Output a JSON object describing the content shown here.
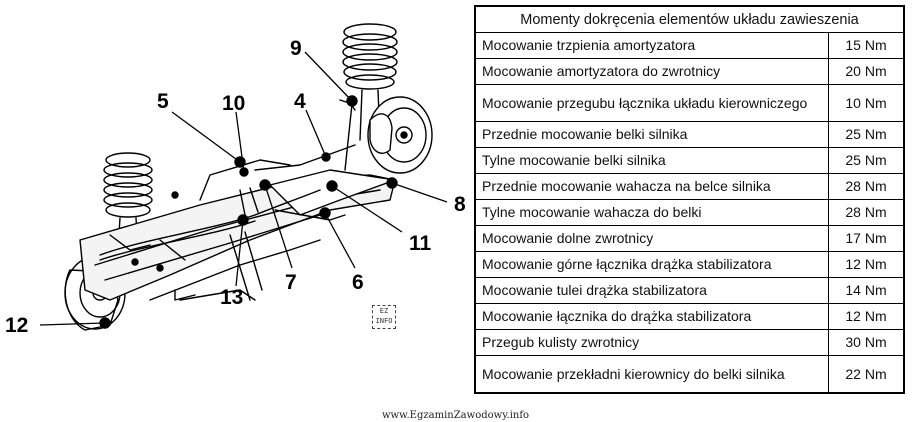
{
  "table": {
    "header": "Momenty dokręcenia elementów układu zawieszenia",
    "rows": [
      {
        "name": "Mocowanie trzpienia amortyzatora",
        "value": "15 Nm"
      },
      {
        "name": "Mocowanie amortyzatora do zwrotnicy",
        "value": "20 Nm"
      },
      {
        "name": "Mocowanie przegubu łącznika układu kierowniczego",
        "value": "10 Nm"
      },
      {
        "name": "Przednie mocowanie belki silnika",
        "value": "25 Nm"
      },
      {
        "name": "Tylne mocowanie belki silnika",
        "value": "25 Nm"
      },
      {
        "name": "Przednie mocowanie wahacza na belce silnika",
        "value": "28 Nm"
      },
      {
        "name": "Tylne mocowanie wahacza do belki",
        "value": "28 Nm"
      },
      {
        "name": "Mocowanie dolne zwrotnicy",
        "value": "17 Nm"
      },
      {
        "name": "Mocowanie górne łącznika drążka stabilizatora",
        "value": "12 Nm"
      },
      {
        "name": "Mocowanie tulei drążka stabilizatora",
        "value": "14 Nm"
      },
      {
        "name": "Mocowanie łącznika do drążka stabilizatora",
        "value": "12 Nm"
      },
      {
        "name": "Przegub kulisty zwrotnicy",
        "value": "30 Nm"
      },
      {
        "name": "Mocowanie przekładni kierownicy do belki silnika",
        "value": "22 Nm"
      }
    ]
  },
  "callouts": {
    "n4": "4",
    "n5": "5",
    "n6": "6",
    "n7": "7",
    "n8": "8",
    "n9": "9",
    "n10": "10",
    "n11": "11",
    "n12": "12",
    "n13": "13"
  },
  "logo_text": "EZ INFO",
  "watermark": "www.EgzaminZawodowy.info"
}
